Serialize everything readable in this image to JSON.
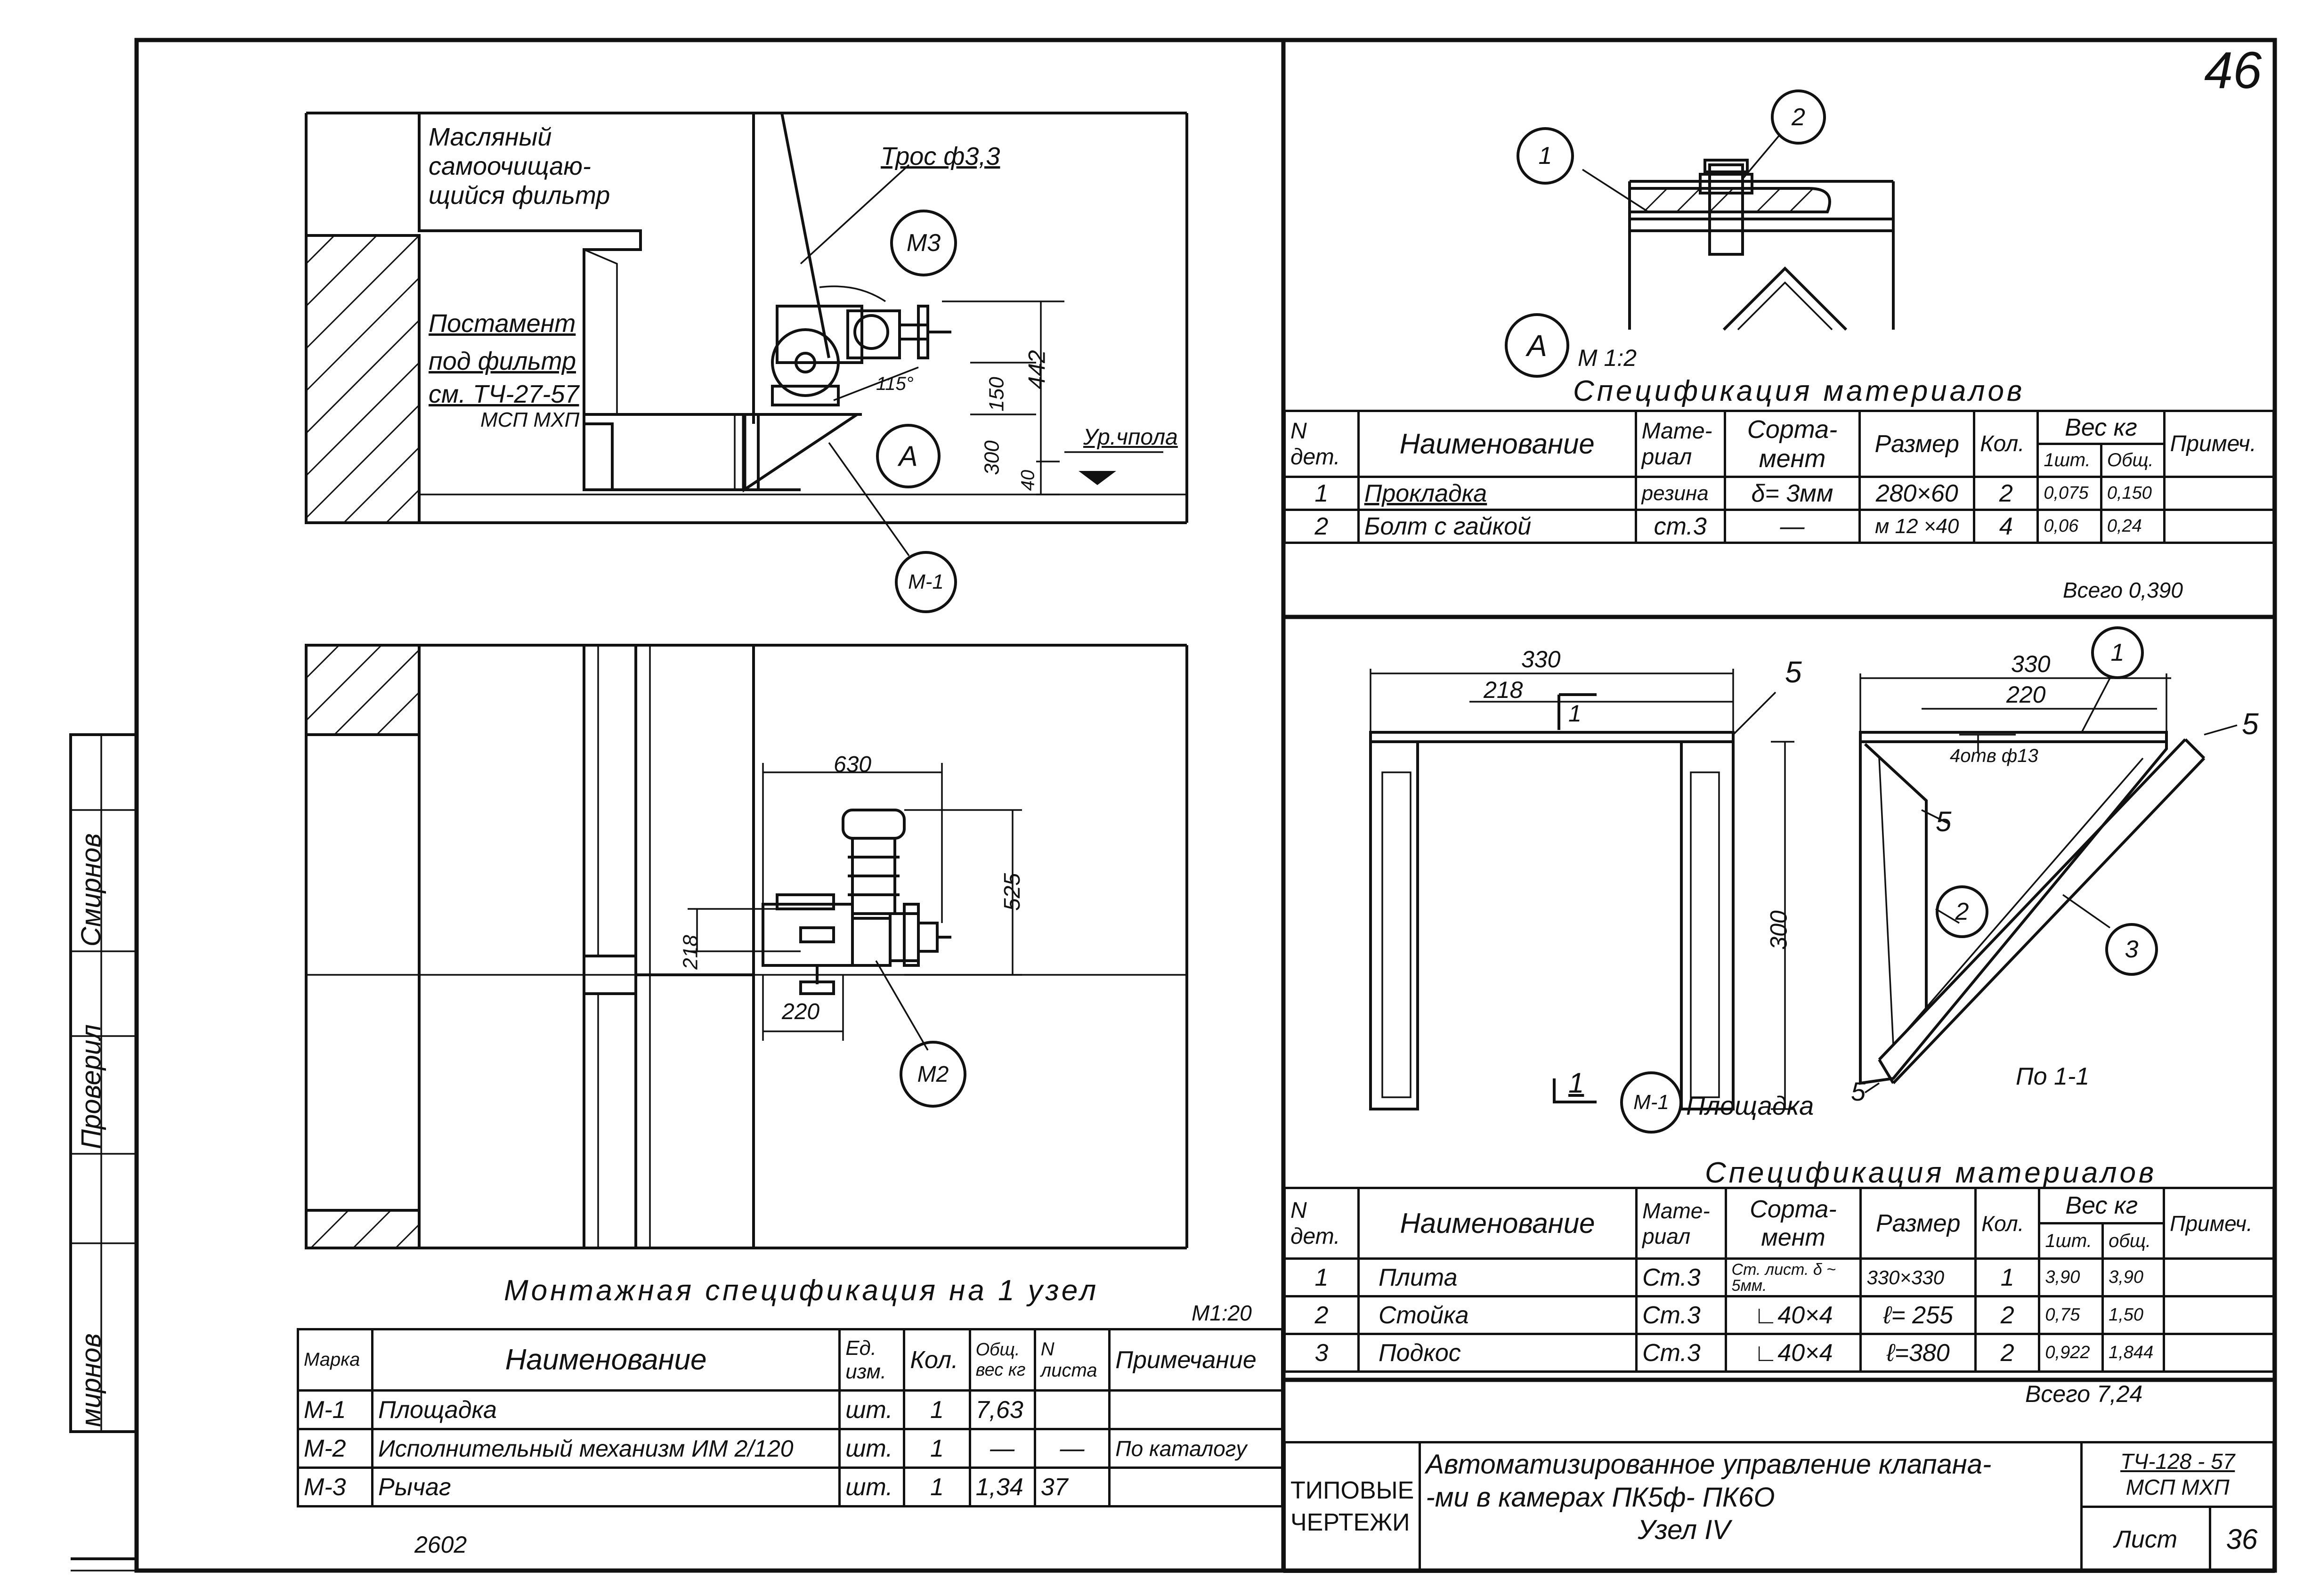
{
  "sheet": {
    "sheet_no_corner": "46",
    "left_stamp": {
      "rows": [
        {
          "name": "Смирнов",
          "role": "Проверил"
        },
        {
          "name": "мирнов",
          "role": ""
        }
      ]
    }
  },
  "upper_left_view": {
    "labels": {
      "filter": "Масляный самоочищаю- щийся фильтр",
      "rope": "Трос ф3,3",
      "pedestal_line1": "Постамент",
      "pedestal_line2": "под фильтр",
      "pedestal_line3": "см. ТЧ-27-57",
      "pedestal_line4": "МСП МХП",
      "floor": "Ур.чпола"
    },
    "dimensions": {
      "d442": "442",
      "d150": "150",
      "d300": "300",
      "d40": "40",
      "angle": "115°"
    },
    "bubbles": {
      "m3": "М3",
      "a": "А",
      "m1": "М-1"
    }
  },
  "lower_left_view": {
    "dimensions": {
      "d630": "630",
      "d525": "525",
      "d218": "218",
      "d220": "220"
    },
    "bubbles": {
      "m2": "М2"
    }
  },
  "montage_spec": {
    "title": "Монтажная спецификация на 1 узел",
    "scale": "М1:20",
    "headers": [
      "Марка",
      "Наименование",
      "Ед. изм.",
      "Кол.",
      "Общ. вес кг",
      "N листа",
      "Примечание"
    ],
    "rows": [
      [
        "М-1",
        "Площадка",
        "шт.",
        "1",
        "7,63",
        "",
        ""
      ],
      [
        "М-2",
        "Исполнительный механизм ИМ 2/120",
        "шт.",
        "1",
        "—",
        "—",
        "По каталогу"
      ],
      [
        "М-3",
        "Рычаг",
        "шт.",
        "1",
        "1,34",
        "37",
        ""
      ]
    ],
    "footer_no": "2602"
  },
  "detail_a": {
    "label": "А",
    "scale": "М 1:2",
    "bubbles": {
      "b1": "1",
      "b2": "2"
    }
  },
  "spec_a": {
    "title": "Спецификация материалов",
    "headers": {
      "no": "N дет.",
      "name": "Наименование",
      "material": "Мате- риал",
      "assort": "Сорта- мент",
      "size": "Размер",
      "qty": "Кол.",
      "weight": "Вес кг",
      "w_one": "1шт.",
      "w_total": "Общ.",
      "note": "Примеч."
    },
    "rows": [
      [
        "1",
        "Прокладка",
        "резина",
        "δ= 3мм",
        "280×60",
        "2",
        "0,075",
        "0,150",
        ""
      ],
      [
        "2",
        "Болт с гайкой",
        "ст.3",
        "—",
        "м 12 ×40",
        "4",
        "0,06",
        "0,24",
        ""
      ]
    ],
    "total": "Всего 0,390"
  },
  "platform_views": {
    "front": {
      "d330": "330",
      "d218": "218",
      "d300": "300",
      "cut": "1",
      "bubble5": "5"
    },
    "side": {
      "d330": "330",
      "d220": "220",
      "holes": "4отв ф13",
      "b1": "1",
      "b2": "2",
      "b3": "3",
      "b5a": "5",
      "b5b": "5",
      "section": "По 1-1"
    },
    "cut_mark": "1",
    "m1_bubble": "М-1",
    "m1_caption": "Площадка",
    "caption_5": "5"
  },
  "spec_b": {
    "title": "Спецификация материалов",
    "headers": {
      "no": "N дет.",
      "name": "Наименование",
      "material": "Мате- риал",
      "assort": "Сорта- мент",
      "size": "Размер",
      "qty": "Кол.",
      "weight": "Вес кг",
      "w_one": "1шт.",
      "w_total": "общ.",
      "note": "Примеч."
    },
    "rows": [
      [
        "1",
        "Плита",
        "Ст.3",
        "Ст. лист. δ ~ 5мм.",
        "330×330",
        "1",
        "3,90",
        "3,90",
        ""
      ],
      [
        "2",
        "Стойка",
        "Ст.3",
        "∟40×4",
        "ℓ= 255",
        "2",
        "0,75",
        "1,50",
        ""
      ],
      [
        "3",
        "Подкос",
        "Ст.3",
        "∟40×4",
        "ℓ=380",
        "2",
        "0,922",
        "1,844",
        ""
      ]
    ],
    "total": "Всего 7,24"
  },
  "title_block": {
    "series_line1": "ТИПОВЫЕ",
    "series_line2": "ЧЕРТЕЖИ",
    "title_line1": "Автоматизированное управление клапана-",
    "title_line2": "-ми в камерах ПК5ф- ПК6О",
    "title_line3": "Узел IV",
    "code_line1": "ТЧ-128 - 57",
    "code_line2": "МСП МХП",
    "sheet_label": "Лист",
    "sheet_no": "36"
  }
}
